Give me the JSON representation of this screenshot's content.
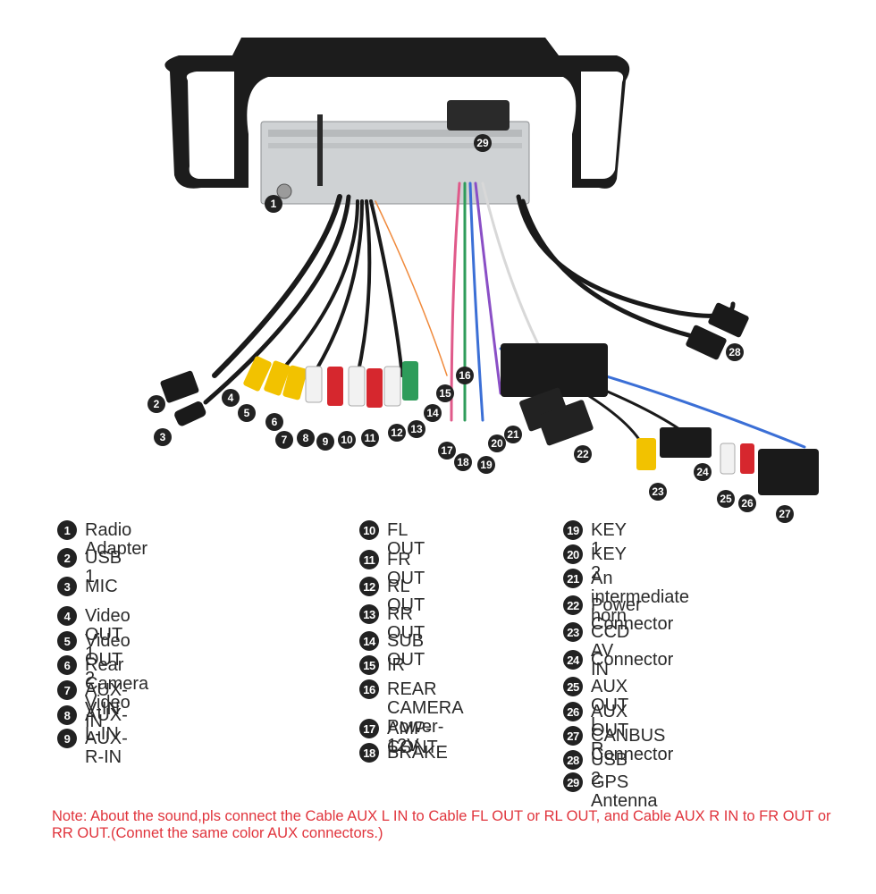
{
  "legend": [
    {
      "num": "1",
      "label": "Radio Adapter"
    },
    {
      "num": "2",
      "label": "USB 1"
    },
    {
      "num": "3",
      "label": "MIC"
    },
    {
      "num": "4",
      "label": "Video OUT 1"
    },
    {
      "num": "5",
      "label": "Video OUT 2"
    },
    {
      "num": "6",
      "label": "Rear Camera Video IN"
    },
    {
      "num": "7",
      "label": "AUX-V-IN"
    },
    {
      "num": "8",
      "label": "AUX-L-IN"
    },
    {
      "num": "9",
      "label": "AUX-R-IN"
    },
    {
      "num": "10",
      "label": "FL OUT"
    },
    {
      "num": "11",
      "label": "FR OUT"
    },
    {
      "num": "12",
      "label": "RL OUT"
    },
    {
      "num": "13",
      "label": "RR OUT"
    },
    {
      "num": "14",
      "label": "SUB OUT"
    },
    {
      "num": "15",
      "label": "IR"
    },
    {
      "num": "16",
      "label": "REAR CAMERA\nPower-12V"
    },
    {
      "num": "17",
      "label": "AMP-CONT"
    },
    {
      "num": "18",
      "label": "BRAKE"
    },
    {
      "num": "19",
      "label": "KEY 1"
    },
    {
      "num": "20",
      "label": "KEY 2"
    },
    {
      "num": "21",
      "label": "An intermediate horn"
    },
    {
      "num": "22",
      "label": "Power Connector"
    },
    {
      "num": "23",
      "label": "CCD AV IN"
    },
    {
      "num": "24",
      "label": "Connector"
    },
    {
      "num": "25",
      "label": "AUX OUT L"
    },
    {
      "num": "26",
      "label": "AUX OUT R"
    },
    {
      "num": "27",
      "label": "CANBUS Connector"
    },
    {
      "num": "28",
      "label": "USB 2"
    },
    {
      "num": "29",
      "label": "GPS Antenna"
    }
  ],
  "note": "Note: About the sound,pls connect the Cable AUX L IN to Cable FL OUT or RL OUT, and Cable AUX R IN to FR OUT or RR OUT.(Connet the same color AUX connectors.)",
  "diagram": {
    "callouts": [
      "1",
      "2",
      "3",
      "4",
      "5",
      "6",
      "7",
      "8",
      "9",
      "10",
      "11",
      "12",
      "13",
      "14",
      "15",
      "16",
      "17",
      "18",
      "19",
      "20",
      "21",
      "22",
      "23",
      "24",
      "25",
      "26",
      "27",
      "28",
      "29"
    ]
  },
  "colors": {
    "badge": "#222222",
    "note": "#e0343c",
    "rca_yellow": "#f2c200",
    "rca_red": "#d6272e",
    "rca_white": "#f2f2f2",
    "rca_green": "#1f9a5a"
  }
}
